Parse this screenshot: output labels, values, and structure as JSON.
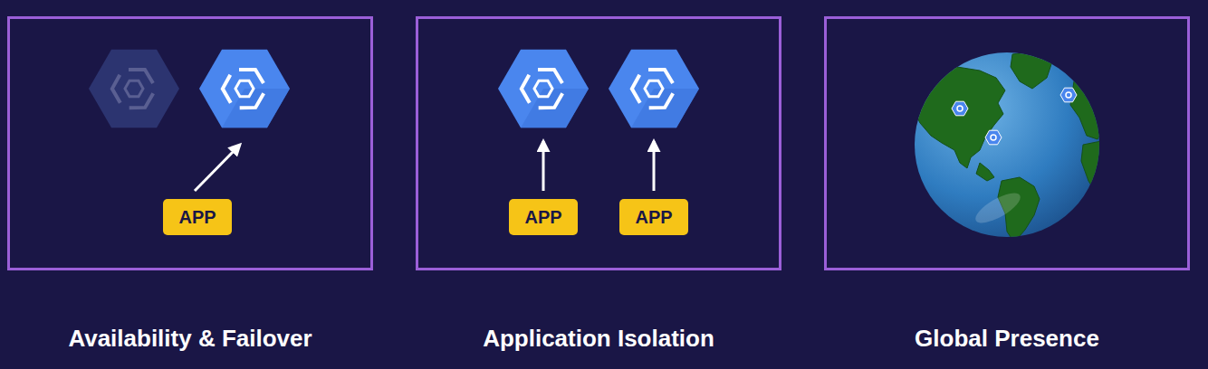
{
  "diagram": {
    "nodes": [
      {
        "text": [
          "Availability & Failover"
        ]
      },
      {
        "text": [
          "APP"
        ],
        "in": 0
      },
      {
        "text": [
          "Application Isolation"
        ]
      },
      {
        "text": [
          "APP"
        ],
        "in": 2
      },
      {
        "text": [
          "APP"
        ],
        "in": 2
      },
      {
        "text": [
          "Global Presence"
        ]
      }
    ]
  }
}
